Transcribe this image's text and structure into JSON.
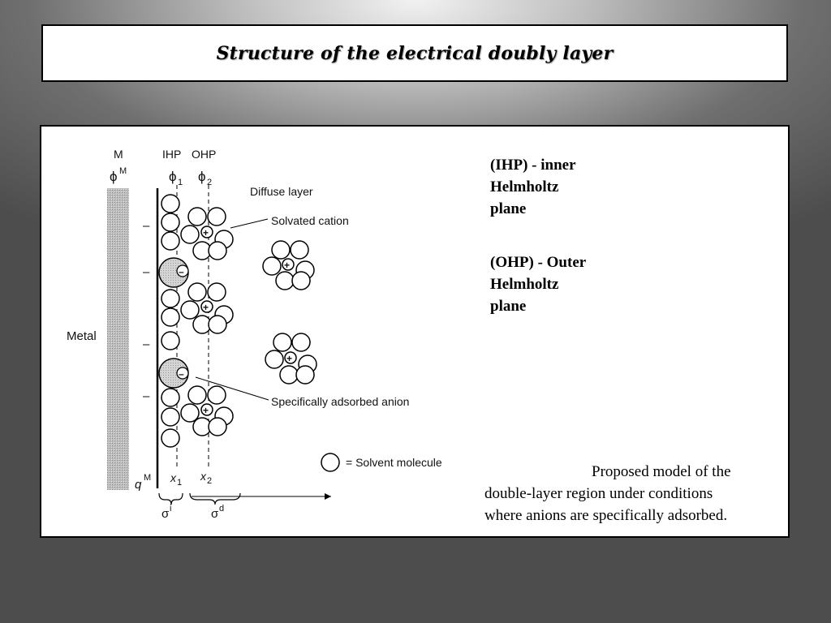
{
  "slide": {
    "title": "Structure of the electrical doubly layer"
  },
  "definitions": [
    {
      "lines": [
        "(IHP) - inner",
        "Helmholtz",
        "plane"
      ]
    },
    {
      "lines": [
        "(OHP) - Outer",
        "Helmholtz",
        "plane"
      ]
    }
  ],
  "caption": {
    "lines": [
      "Proposed model of the",
      "double-layer region under conditions",
      "where anions are specifically adsorbed."
    ]
  },
  "diagram": {
    "plane_labels": {
      "metal_M": "M",
      "metal_phi": "ϕ",
      "metal_phi_sup": "M",
      "ihp": "IHP",
      "ihp_phi": "ϕ",
      "ihp_phi_sub": "1",
      "ohp": "OHP",
      "ohp_phi": "ϕ",
      "ohp_phi_sub": "2"
    },
    "metal_label": "Metal",
    "charges": {
      "surface_q": "q",
      "surface_q_sup": "M",
      "sigma_i": "σ",
      "sigma_i_sup": "i",
      "sigma_d": "σ",
      "sigma_d_sup": "d"
    },
    "positions": {
      "x1": "x",
      "x1_sub": "1",
      "x2": "x",
      "x2_sub": "2"
    },
    "surface_charge_signs": [
      "–",
      "–",
      "–",
      "–"
    ],
    "annotations": {
      "diffuse_layer": "Diffuse layer",
      "solvated_cation": "Solvated cation",
      "adsorbed_anion": "Specifically adsorbed anion",
      "solvent_legend": "= Solvent molecule"
    },
    "cation_symbol": "+",
    "anion_symbol": "–"
  }
}
